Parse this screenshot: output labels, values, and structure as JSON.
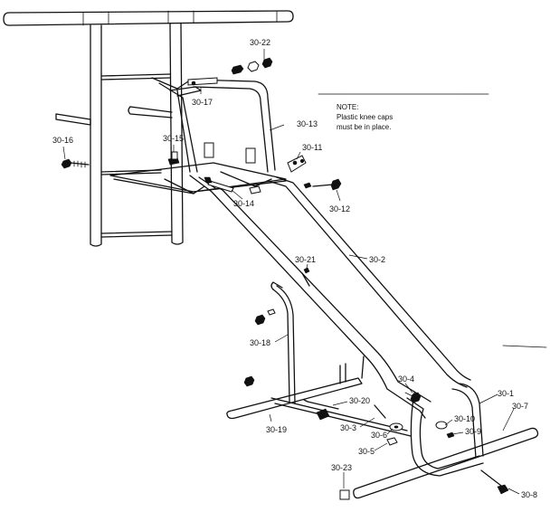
{
  "diagram": {
    "note": {
      "heading": "NOTE:",
      "line1": "Plastic knee caps",
      "line2": "must be in place."
    },
    "part_labels": {
      "p30_22": "30-22",
      "p30_17": "30-17",
      "p30_13": "30-13",
      "p30_15": "30-15",
      "p30_11": "30-11",
      "p30_16": "30-16",
      "p30_12": "30-12",
      "p30_14": "30-14",
      "p30_2": "30-2",
      "p30_21": "30-21",
      "p30_18": "30-18",
      "p30_4": "30-4",
      "p30_1": "30-1",
      "p30_20": "30-20",
      "p30_10": "30-10",
      "p30_7": "30-7",
      "p30_3": "30-3",
      "p30_6": "30-6",
      "p30_9": "30-9",
      "p30_19": "30-19",
      "p30_5": "30-5",
      "p30_23": "30-23",
      "p30_8": "30-8"
    },
    "ink_color": "#111111",
    "paper_color": "#ffffff"
  }
}
